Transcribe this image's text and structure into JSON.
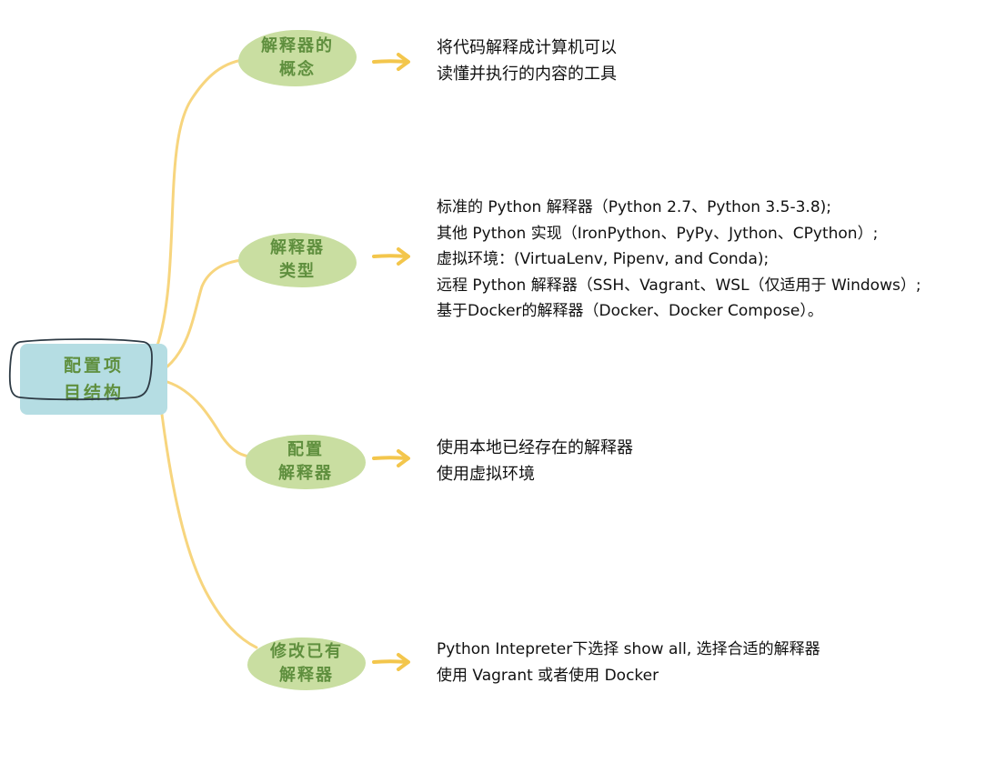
{
  "root": {
    "lines": [
      "配置项",
      "目结构"
    ],
    "fill_color": "#b5dde3",
    "text_color": "#5f8f3e"
  },
  "branches": [
    {
      "topic": [
        "解释器的",
        "概念"
      ],
      "detail": [
        "将代码解释成计算机可以",
        "读懂并执行的内容的工具"
      ]
    },
    {
      "topic": [
        "解释器",
        "类型"
      ],
      "detail": [
        "标准的 Python 解释器（Python 2.7、Python 3.5-3.8);",
        "其他 Python 实现（IronPython、PyPy、Jython、CPython）;",
        "虚拟环境：(VirtuaLenv, Pipenv, and Conda);",
        "远程 Python 解释器（SSH、Vagrant、WSL（仅适用于 Windows）;",
        "基于Docker的解释器（Docker、Docker Compose）。"
      ]
    },
    {
      "topic": [
        "配置",
        "解释器"
      ],
      "detail": [
        "使用本地已经存在的解释器",
        "使用虚拟环境"
      ]
    },
    {
      "topic": [
        "修改已有",
        "解释器"
      ],
      "detail": [
        "Python Intepreter下选择 show all, 选择合适的解释器",
        "使用  Vagrant 或者使用 Docker"
      ]
    }
  ],
  "colors": {
    "topic_fill": "#c9dea1",
    "topic_text": "#5f8f3e",
    "connector": "#f7d57e",
    "arrow": "#f3c64c",
    "detail_text": "#111111"
  },
  "icons": {
    "branch_arrow": "right-arrow-icon"
  }
}
